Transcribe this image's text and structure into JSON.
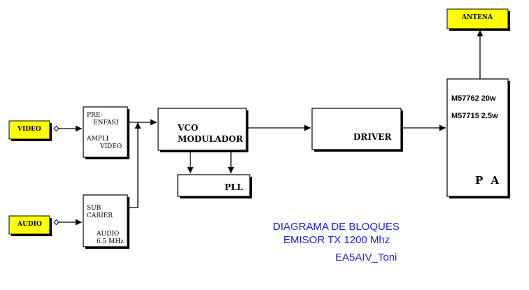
{
  "inputs": {
    "video": "VIDEO",
    "audio": "AUDIO"
  },
  "blocks": {
    "preenfasi": {
      "line1": "PRE-",
      "line2": "ENFASI",
      "line3": "AMPLI",
      "line4": "VIDEO"
    },
    "subcarrier": {
      "line1": "SUB",
      "line2": "CARIER",
      "line3": "AUDIO",
      "line4": "6.5 MHz"
    },
    "vco": {
      "line1": "VCO",
      "line2": "MODULADOR"
    },
    "pll": "PLL",
    "driver": "DRIVER",
    "pa": {
      "model1": "M57762 20w",
      "model2": "M57715 2.5w",
      "label": "P A"
    },
    "antenna": "ANTENA"
  },
  "caption": {
    "line1": "DIAGRAMA DE BLOQUES",
    "line2": "EMISOR TX 1200 Mhz",
    "author": "EA5AIV_Toni"
  },
  "colors": {
    "label_box": "#ffff00",
    "shadow": "#000000",
    "caption_text": "#1f1fe0"
  }
}
